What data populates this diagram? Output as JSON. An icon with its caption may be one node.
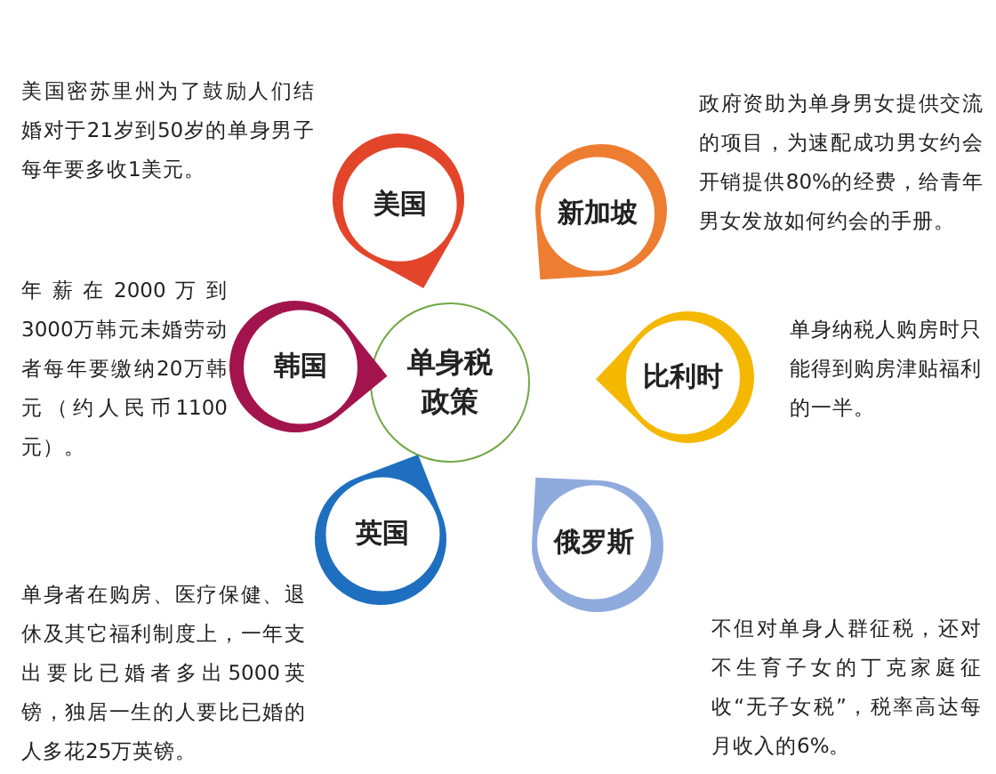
{
  "diagram": {
    "nodes": [
      {
        "text": [
          "单身税政策"
        ]
      },
      {
        "text": [
          "美国"
        ],
        "beside": [
          "美国密苏里州为了鼓励人们结婚对于21岁到50岁的单身男子每年要多收1美元。"
        ]
      },
      {
        "text": [
          "新加坡"
        ],
        "beside": [
          "政府资助为单身男女提供交流的项目，为速配成功男女约会开销提供80%的经费，给青年男女发放如何约会的手册。"
        ]
      },
      {
        "text": [
          "韩国"
        ],
        "beside": [
          "年薪在2000万到3000万韩元未婚劳动者每年要缴纳20万韩元（约人民币1100元）。"
        ]
      },
      {
        "text": [
          "比利时"
        ],
        "beside": [
          "单身纳税人购房时只能得到购房津贴福利的一半。"
        ]
      },
      {
        "text": [
          "英国"
        ],
        "beside": [
          "单身者在购房、医疗保健、退休及其它福利制度上，一年支出要比已婚者多出5000英镑，独居一生的人要比已婚的人多花25万英镑。"
        ]
      },
      {
        "text": [
          "俄罗斯"
        ],
        "beside": [
          "不但对单身人群征税，还对不生育子女的丁克家庭征收“无子女税”，税率高达每月收入的6%。"
        ]
      }
    ]
  }
}
